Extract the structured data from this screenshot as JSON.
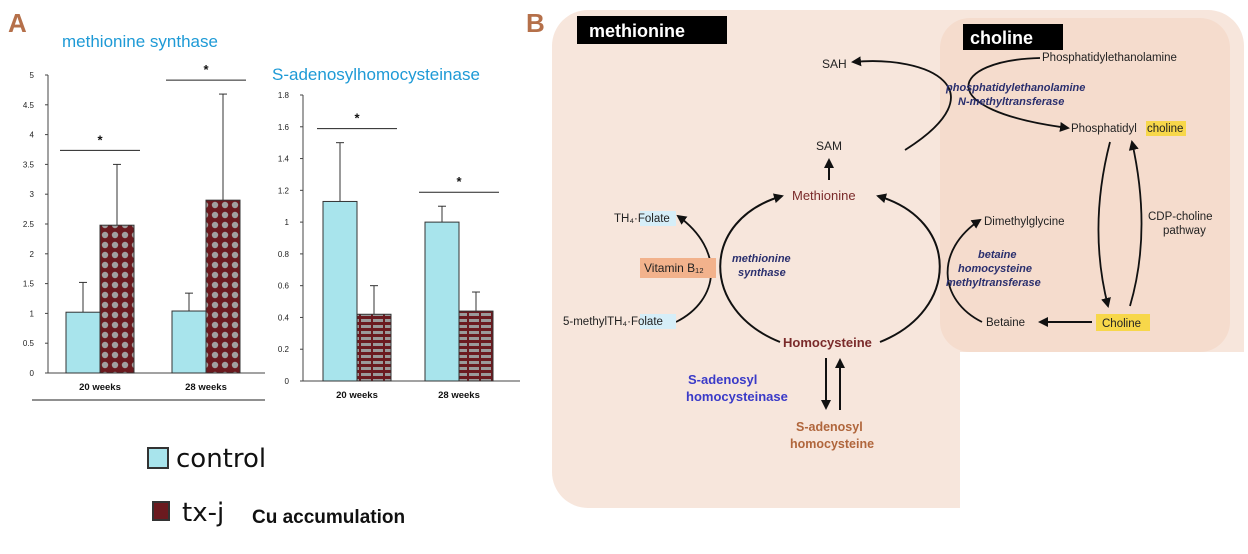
{
  "panel_a": {
    "letter": "A",
    "chart_titles": [
      "methionine synthase",
      "S-adenosylhomocysteinase"
    ],
    "legend": {
      "control": "control",
      "txj": "tx-j",
      "note": "Cu accumulation"
    }
  },
  "panel_b": {
    "letter": "B",
    "tag_methionine": "methionine",
    "tag_choline": "choline",
    "labels": {
      "sah": "SAH",
      "sam": "SAM",
      "methionine": "Methionine",
      "homocysteine": "Homocysteine",
      "th4_folate": "TH₄·Folate",
      "methyl_th4_folate": "5-methylTH₄·Folate",
      "vitamin_b12": "Vitamin B₁₂",
      "methionine_synthase_1": "methionine",
      "methionine_synthase_2": "synthase",
      "pemt_1": "phosphatidylethanolamine",
      "pemt_2": "N-methyltransferase",
      "phosphatidylethanolamine": "Phosphatidylethanolamine",
      "phosphatidyl": "Phosphatidyl",
      "choline_hl": "choline",
      "cdp_1": "CDP-choline",
      "cdp_2": "pathway",
      "dimethylglycine": "Dimethylglycine",
      "bhmt_1": "betaine",
      "bhmt_2": "homocysteine",
      "bhmt_3": "methyltransferase",
      "betaine": "Betaine",
      "choline": "Choline",
      "sahh_1": "S-adenosyl",
      "sahh_2": "homocysteinase",
      "sah_full_1": "S-adenosyl",
      "sah_full_2": "homocysteine"
    }
  },
  "colors": {
    "control": "#a8e4ec",
    "txj": "#6b1a1f",
    "title_blue": "#1e9ad6",
    "letter": "#b5704a",
    "panel_bg": "#f7e6dc",
    "choline_bg": "#f5dccd",
    "methionine_text": "#7a2a2a",
    "enzyme_text": "#2a2f6e",
    "sahh_text": "#3a3ac8",
    "sah_full_text": "#b0663c",
    "highlight_yellow": "#f7d74a",
    "highlight_blue": "#d6eef8",
    "vitamin_bg": "#f2b28c"
  },
  "chart_data": [
    {
      "type": "bar",
      "title": "methionine synthase",
      "categories": [
        "20 weeks",
        "28 weeks"
      ],
      "ylim": [
        0,
        5
      ],
      "yticks": [
        "0",
        "0.5",
        "1",
        "1.5",
        "2",
        "2.5",
        "3",
        "3.5",
        "4",
        "4.5",
        "5"
      ],
      "series": [
        {
          "name": "control",
          "values": [
            1.02,
            1.04
          ],
          "error": [
            0.5,
            0.3
          ]
        },
        {
          "name": "tx-j",
          "values": [
            2.48,
            2.9
          ],
          "error": [
            1.02,
            1.78
          ]
        }
      ],
      "significance": [
        "*",
        "*"
      ],
      "grid": false,
      "legend": "bottom"
    },
    {
      "type": "bar",
      "title": "S-adenosylhomocysteinase",
      "categories": [
        "20 weeks",
        "28 weeks"
      ],
      "ylim": [
        0,
        1.8
      ],
      "yticks": [
        "0",
        "0.2",
        "0.4",
        "0.6",
        "0.8",
        "1",
        "1.2",
        "1.4",
        "1.6",
        "1.8"
      ],
      "series": [
        {
          "name": "control",
          "values": [
            1.13,
            1.0
          ],
          "error": [
            0.37,
            0.1
          ]
        },
        {
          "name": "tx-j",
          "values": [
            0.42,
            0.44
          ],
          "error": [
            0.18,
            0.12
          ]
        }
      ],
      "significance": [
        "*",
        "*"
      ],
      "grid": false,
      "legend": "bottom"
    }
  ]
}
